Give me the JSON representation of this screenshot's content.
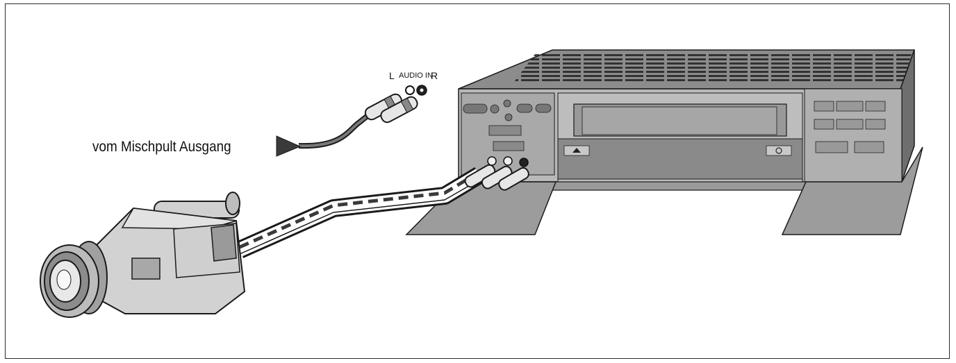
{
  "labels": {
    "source": "vom Mischpult Ausgang",
    "audio_L": "L",
    "audio_in": "AUDIO IN",
    "audio_R": "R"
  },
  "colors": {
    "outline": "#1a1a1a",
    "vcr_top": "#8a8a8a",
    "vcr_front": "#b9b9b9",
    "cable": "#5a5a5a",
    "camera_body": "#d2d2d2"
  }
}
